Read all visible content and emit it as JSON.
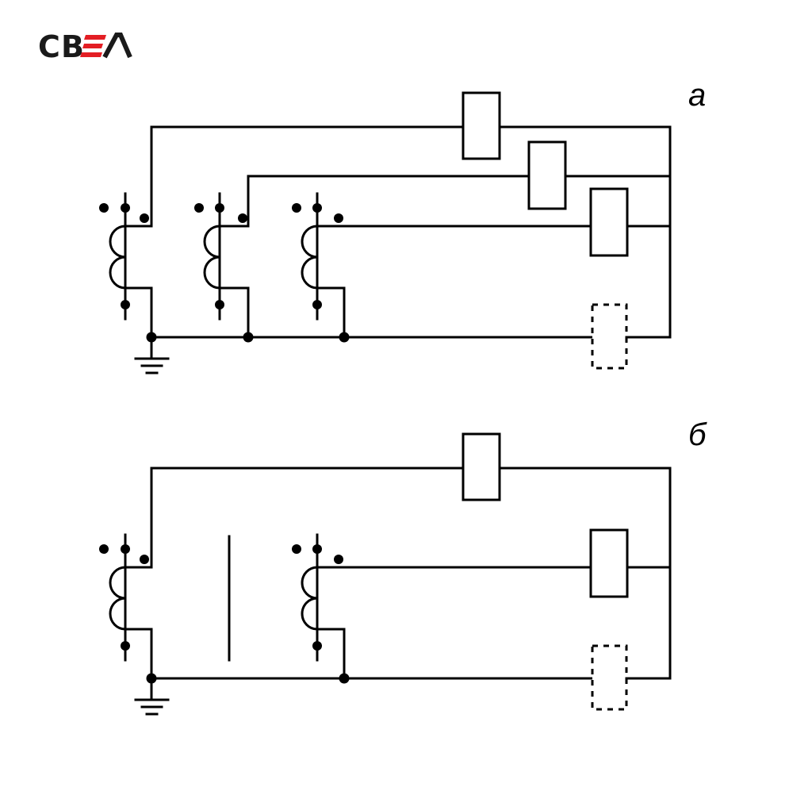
{
  "logo": {
    "text_dark_1": "С",
    "text_dark_2": "В",
    "text_accent": "Э",
    "text_dark_3": "Л",
    "dark_color": "#1a1a1a",
    "accent_color": "#e31e24"
  },
  "diagrams": [
    {
      "id": "a",
      "label": "а",
      "transformers": [
        {
          "name": "tt-phase-1",
          "type": "coil",
          "connected": true
        },
        {
          "name": "tt-phase-2",
          "type": "coil",
          "connected": true
        },
        {
          "name": "tt-phase-3",
          "type": "coil",
          "connected": true
        }
      ],
      "relays": [
        {
          "name": "relay-1",
          "style": "solid"
        },
        {
          "name": "relay-2",
          "style": "solid"
        },
        {
          "name": "relay-3",
          "style": "solid"
        },
        {
          "name": "relay-neutral",
          "style": "dashed"
        }
      ],
      "grounded": true
    },
    {
      "id": "b",
      "label": "б",
      "transformers": [
        {
          "name": "tt-phase-1",
          "type": "coil",
          "connected": true
        },
        {
          "name": "tt-phase-2",
          "type": "bar",
          "connected": false
        },
        {
          "name": "tt-phase-3",
          "type": "coil",
          "connected": true
        }
      ],
      "relays": [
        {
          "name": "relay-1",
          "style": "solid"
        },
        {
          "name": "relay-3",
          "style": "solid"
        },
        {
          "name": "relay-neutral",
          "style": "dashed"
        }
      ],
      "grounded": true
    }
  ],
  "colors": {
    "line": "#000000",
    "background": "#ffffff"
  }
}
